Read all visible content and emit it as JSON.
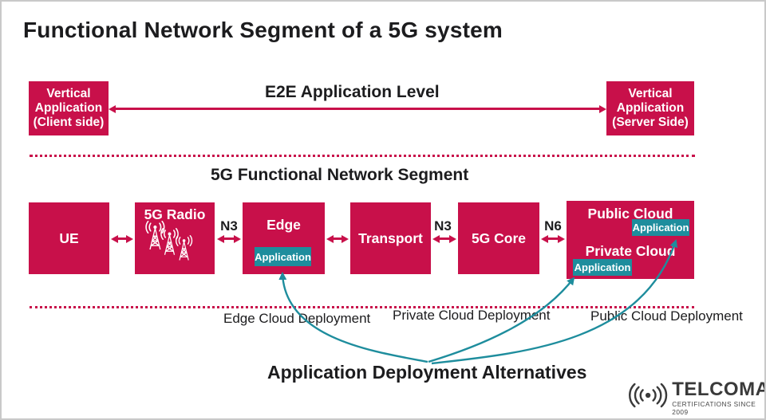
{
  "title": "Functional Network Segment of a 5G system",
  "e2e": {
    "label": "E2E Application Level",
    "client_box": "Vertical\nApplication\n(Client side)",
    "server_box": "Vertical\nApplication\n(Server Side)"
  },
  "segment": {
    "heading": "5G Functional Network Segment",
    "nodes": {
      "ue": "UE",
      "radio": "5G Radio",
      "edge": "Edge",
      "edge_app": "Application",
      "transport": "Transport",
      "core": "5G Core",
      "public_cloud": "Public Cloud",
      "public_app": "Application",
      "private_cloud": "Private Cloud",
      "private_app": "Application"
    },
    "interfaces": {
      "radio_edge": "N3",
      "transport_core": "N3",
      "core_cloud": "N6"
    }
  },
  "deployments": {
    "edge": "Edge Cloud Deployment",
    "private": "Private Cloud Deployment",
    "public": "Public Cloud Deployment"
  },
  "alternatives_label": "Application Deployment Alternatives",
  "logo": {
    "name": "TELCOMA",
    "tagline": "CERTIFICATIONS SINCE 2009"
  },
  "icons": {
    "radio_box": "cell-tower-icon",
    "logo_mark": "radio-waves-icon"
  },
  "colors": {
    "crimson": "#C8104A",
    "teal": "#1E8D9D",
    "ink": "#1C1C1E"
  }
}
